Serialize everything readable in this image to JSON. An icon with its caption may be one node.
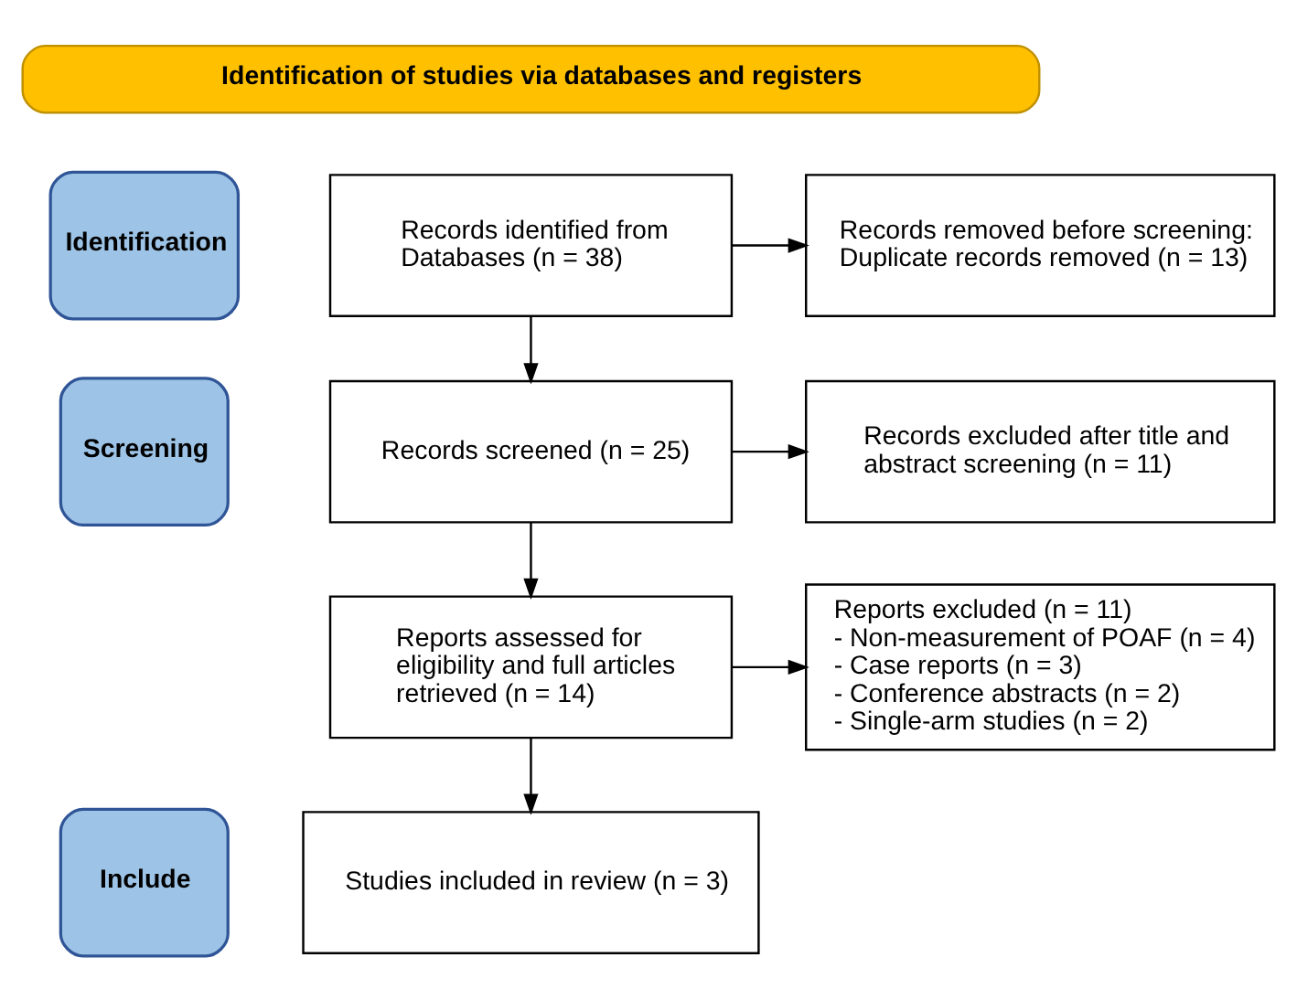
{
  "diagram": {
    "nodes": [
      {
        "text": [
          "Identification of studies via databases and registers"
        ]
      },
      {
        "text": [
          "Identification"
        ]
      },
      {
        "text": [
          "Records identified from Databases (n = 38)"
        ]
      },
      {
        "text": [
          "Records removed before screening:",
          "Duplicate records removed (n = 13)"
        ]
      },
      {
        "text": [
          "Screening"
        ]
      },
      {
        "text": [
          "Records screened (n = 25)"
        ]
      },
      {
        "text": [
          "Records excluded after title and abstract screening (n = 11)"
        ]
      },
      {
        "text": [
          "Reports assessed for eligibility and full articles retrieved (n = 14)"
        ]
      },
      {
        "text": [
          "Reports excluded (n = 11)",
          "- Non-measurement of POAF (n = 4)",
          "- Case reports (n = 3)",
          "- Conference abstracts (n = 2)",
          "- Single-arm studies (n = 2)"
        ]
      },
      {
        "text": [
          "Include"
        ]
      },
      {
        "text": [
          "Studies included in review (n = 3)"
        ]
      }
    ],
    "edges": [
      {
        "from": 2,
        "to": 3,
        "arrow": "to"
      },
      {
        "from": 2,
        "to": 5,
        "arrow": "to"
      },
      {
        "from": 5,
        "to": 6,
        "arrow": "to"
      },
      {
        "from": 5,
        "to": 7,
        "arrow": "to"
      },
      {
        "from": 7,
        "to": 8,
        "arrow": "to"
      },
      {
        "from": 7,
        "to": 10,
        "arrow": "to"
      }
    ]
  }
}
